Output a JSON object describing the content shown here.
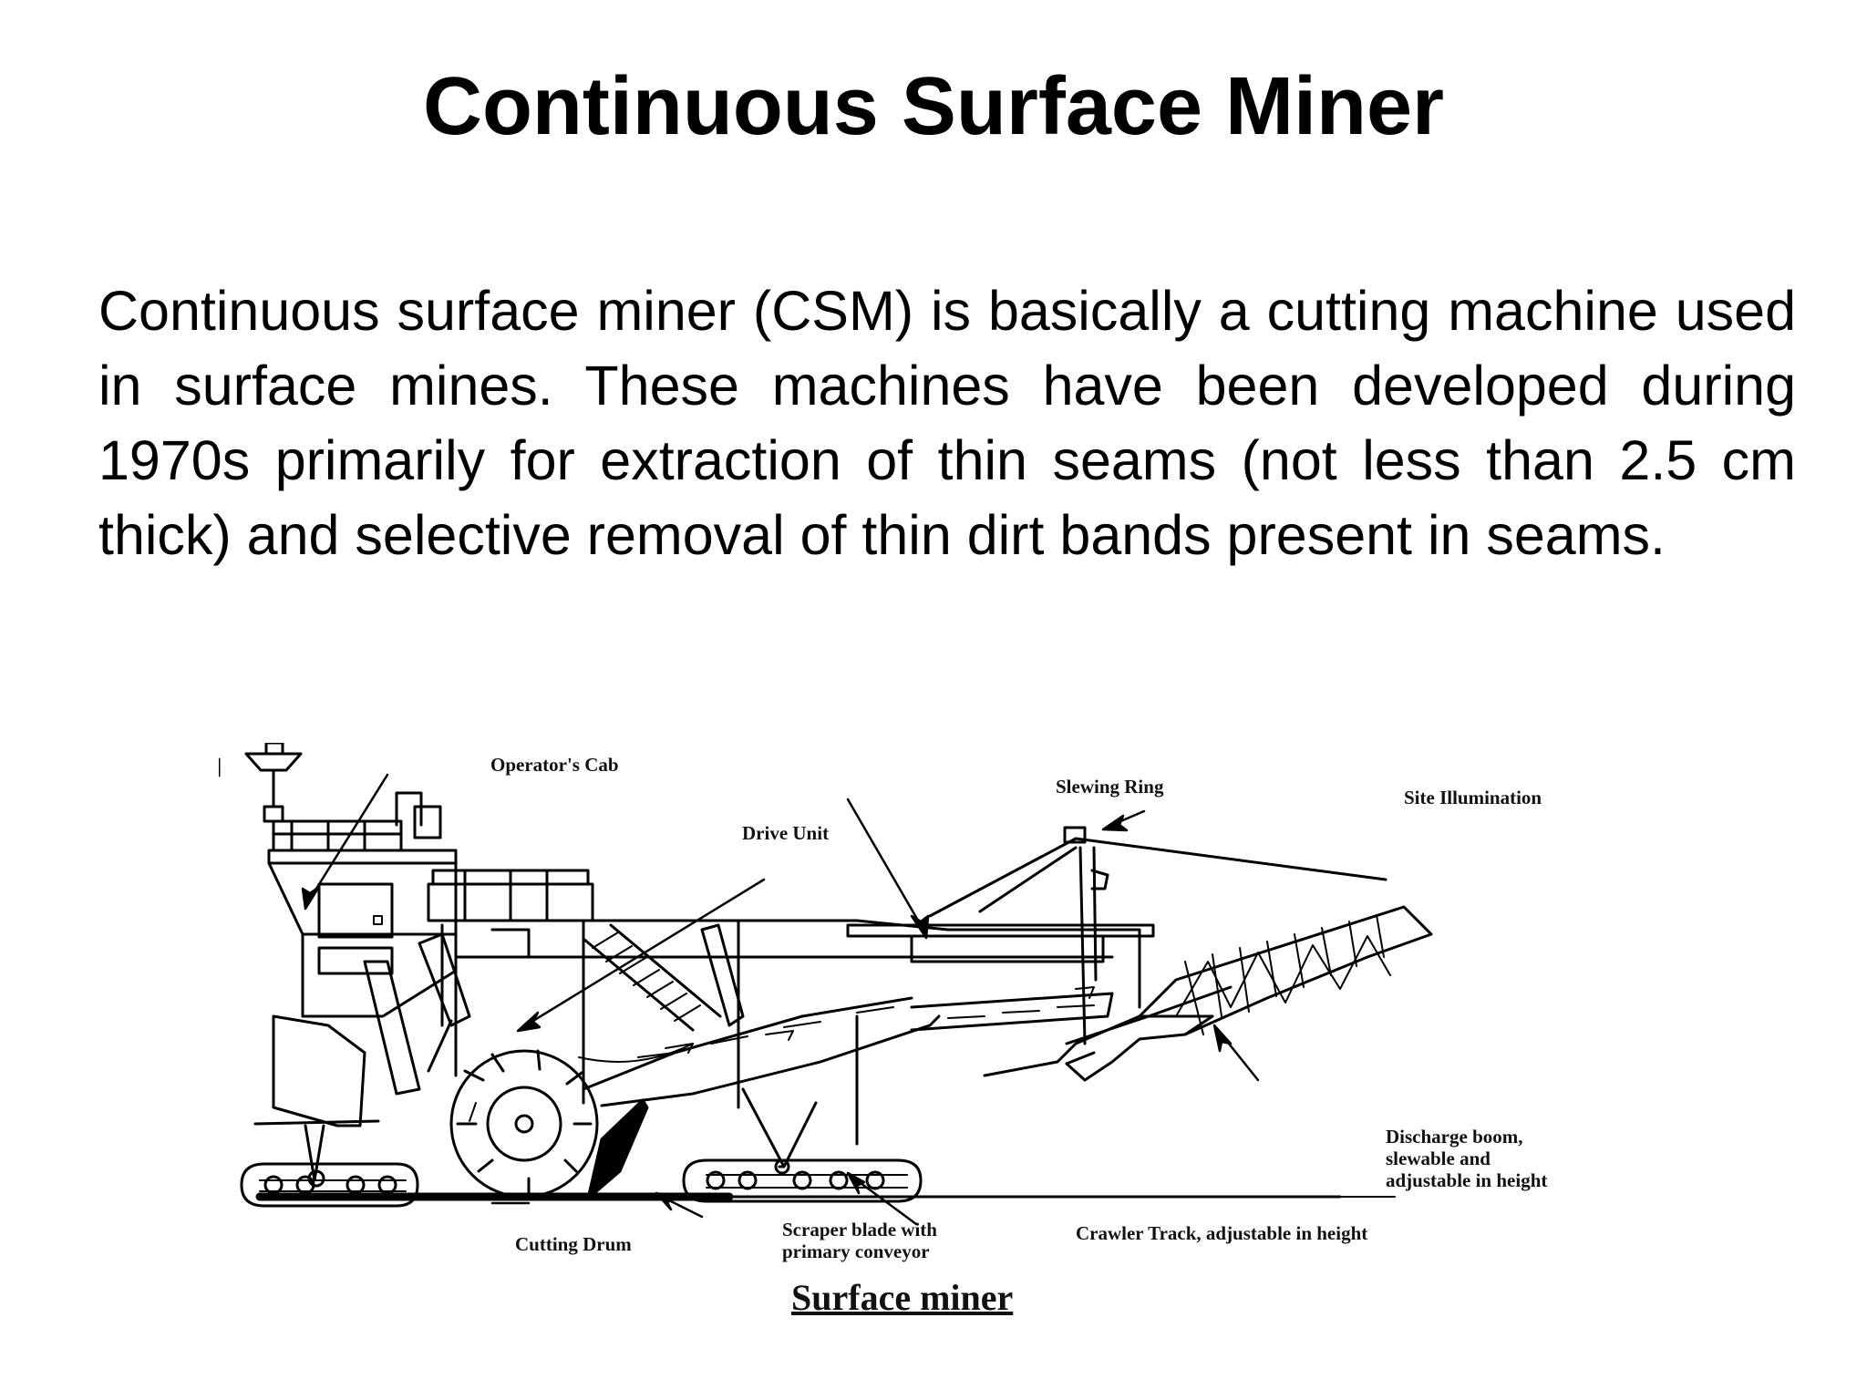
{
  "page": {
    "title": "Continuous Surface Miner",
    "paragraph": "Continuous surface miner (CSM) is basically a cutting machine used in surface mines. These machines have been developed during 1970s primarily for extraction of thin seams (not less than 2.5 cm thick) and selective removal of thin dirt bands present in seams."
  },
  "figure": {
    "labels": {
      "operators_cab": "Operator's Cab",
      "slewing_ring": "Slewing Ring",
      "site_illumination": "Site Illumination",
      "drive_unit": "Drive Unit",
      "discharge_boom": "Discharge boom,\nslewable and\nadjustable in height",
      "cutting_drum": "Cutting Drum",
      "scraper_blade": "Scraper blade with\nprimary conveyor",
      "crawler_track": "Crawler Track, adjustable in height"
    },
    "caption": "Surface miner"
  }
}
